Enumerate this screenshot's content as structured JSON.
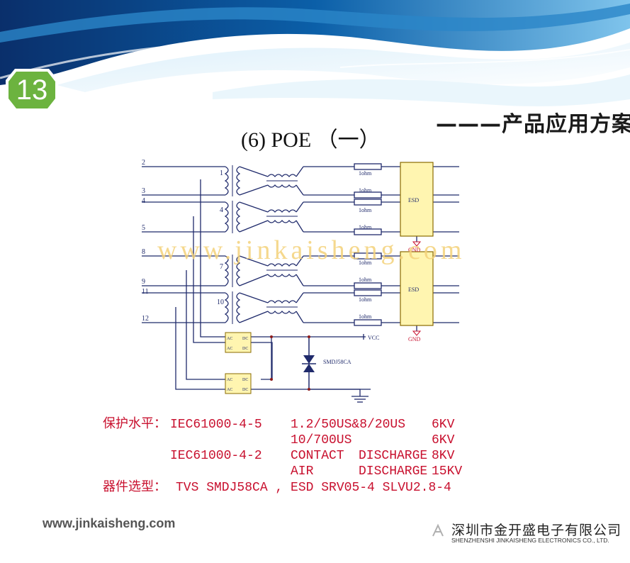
{
  "page_number": "13",
  "section_title": "———产品应用方案",
  "slide_title": "(6) POE （一）",
  "watermark": "www.jinkaisheng.com",
  "schematic": {
    "pin_labels": [
      "2",
      "3",
      "4",
      "5",
      "8",
      "9",
      "11",
      "12"
    ],
    "coil_labels": [
      "1",
      "4",
      "7",
      "10"
    ],
    "resistor_label": "1ohm",
    "esd_label": "ESD",
    "gnd_label": "GND",
    "vcc_label": "VCC",
    "tvs_label": "SMDJ58CA",
    "ac_label": "AC",
    "dc_label": "DC"
  },
  "specs": {
    "protection_label": "保护水平：",
    "std1": "IEC61000-4-5",
    "std1_line1_wave": "1.2/50US&8/20US",
    "std1_line1_level": "6KV",
    "std1_line2_wave": "10/700US",
    "std1_line2_level": "6KV",
    "std2": "IEC61000-4-2",
    "contact_mode": "CONTACT",
    "contact_discharge": "DISCHARGE",
    "contact_level": "8KV",
    "air_mode": "AIR",
    "air_discharge": "DISCHARGE",
    "air_level": "15KV",
    "selection_label": "器件选型：",
    "selection_value": "TVS SMDJ58CA  ,  ESD SRV05-4 SLVU2.8-4"
  },
  "footer": {
    "url": "www.jinkaisheng.com",
    "company_cn": "深圳市金开盛电子有限公司",
    "company_en": "SHENZHENSHI JINKAISHENG ELECTRONICS CO., LTD."
  },
  "colors": {
    "badge_green": "#6cb33f",
    "wave_blue": "#0b5fa8",
    "spec_red": "#c8102e",
    "esd_fill": "#fff5b0",
    "wire_navy": "#1f2a6b"
  }
}
